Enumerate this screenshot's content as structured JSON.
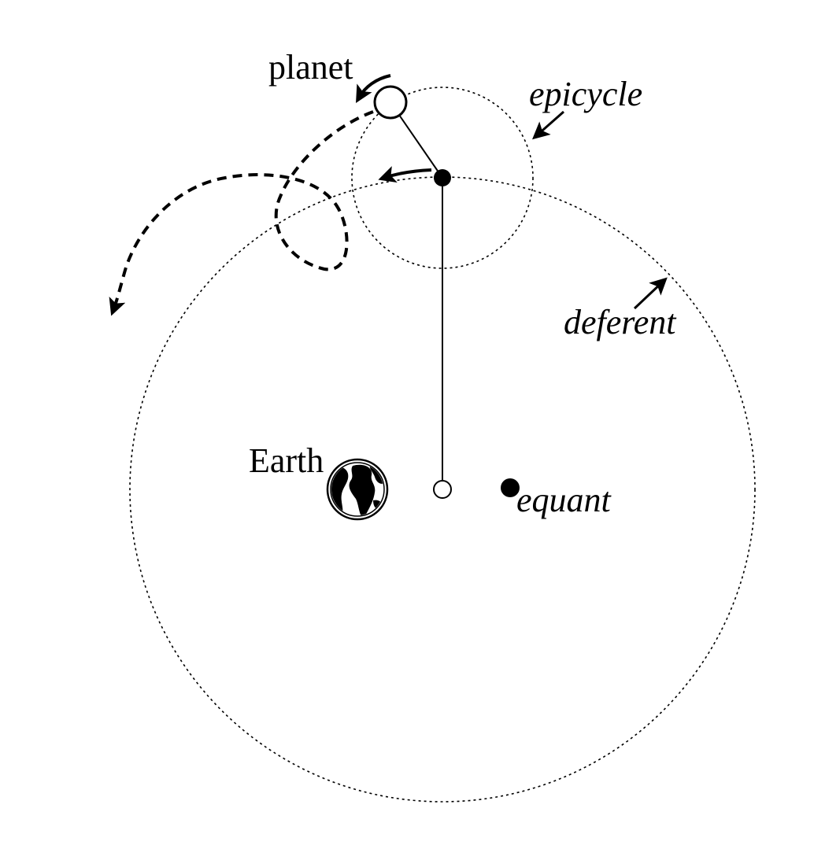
{
  "labels": {
    "planet": "planet",
    "epicycle": "epicycle",
    "deferent": "deferent",
    "earth": "Earth",
    "equant": "equant"
  },
  "colors": {
    "ink": "#000000",
    "background": "#ffffff",
    "earth_land": "#000000",
    "earth_ocean": "#ffffff"
  },
  "icons": {
    "earth": "globe-icon"
  }
}
